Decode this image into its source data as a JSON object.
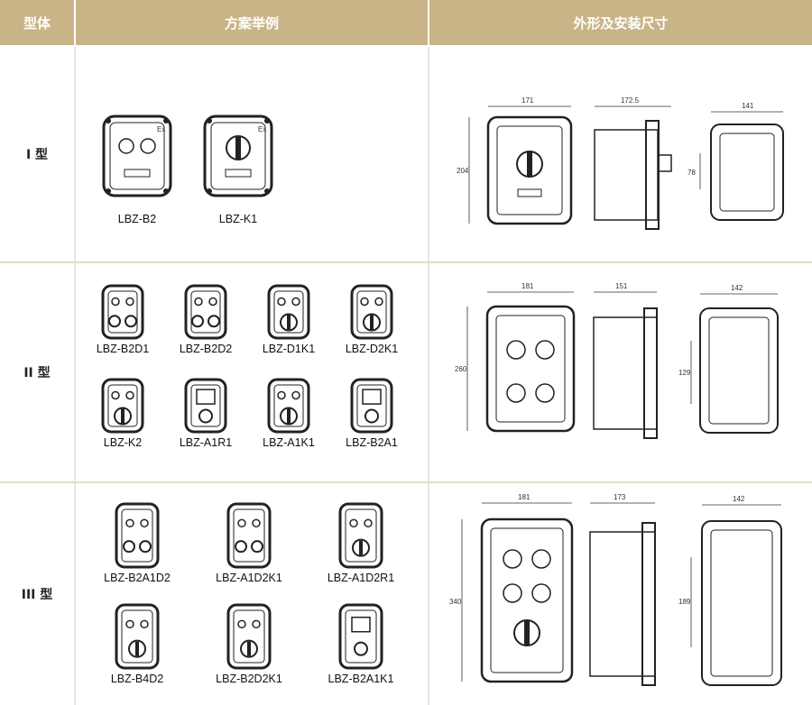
{
  "header": {
    "col_type": "型体",
    "col_scheme": "方案举例",
    "col_dims": "外形及安装尺寸"
  },
  "rows": [
    {
      "type": "I 型",
      "schemes": [
        "LBZ-B2",
        "LBZ-K1"
      ],
      "dims": {
        "width": "171",
        "depth": "172.5",
        "mount_w": "141",
        "height": "204",
        "mount_h": "78"
      }
    },
    {
      "type": "II 型",
      "schemes": [
        "LBZ-B2D1",
        "LBZ-B2D2",
        "LBZ-D1K1",
        "LBZ-D2K1",
        "LBZ-K2",
        "LBZ-A1R1",
        "LBZ-A1K1",
        "LBZ-B2A1"
      ],
      "dims": {
        "width": "181",
        "depth": "151",
        "mount_w": "142",
        "height": "260",
        "mount_h": "129"
      }
    },
    {
      "type": "III 型",
      "schemes": [
        "LBZ-B2A1D2",
        "LBZ-A1D2K1",
        "LBZ-A1D2R1",
        "LBZ-B4D2",
        "LBZ-B2D2K1",
        "LBZ-B2A1K1"
      ],
      "dims": {
        "width": "181",
        "depth": "173",
        "mount_w": "142",
        "height": "340",
        "mount_h": "189"
      }
    }
  ],
  "ex_mark": "Ex"
}
